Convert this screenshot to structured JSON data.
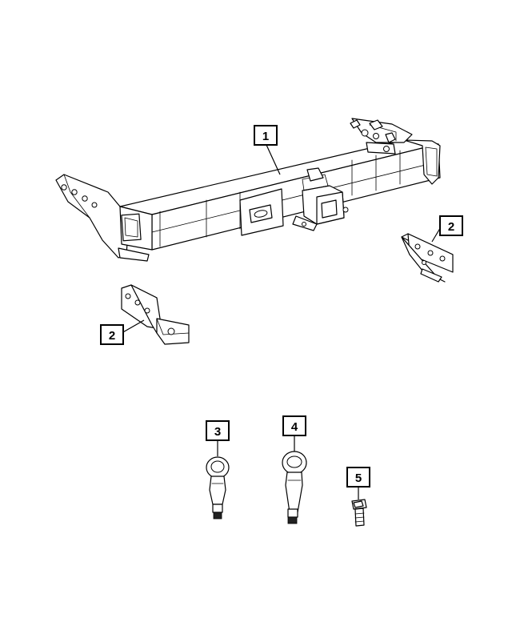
{
  "diagram": {
    "parts": [
      {
        "id": "hitch-receiver",
        "callout": "1"
      },
      {
        "id": "bracket-right",
        "callout": "2"
      },
      {
        "id": "bracket-left",
        "callout": "2"
      },
      {
        "id": "tow-hook-short",
        "callout": "3"
      },
      {
        "id": "tow-hook-long",
        "callout": "4"
      },
      {
        "id": "bolt",
        "callout": "5"
      }
    ],
    "colors": {
      "line": "#000000",
      "background": "#ffffff"
    }
  }
}
